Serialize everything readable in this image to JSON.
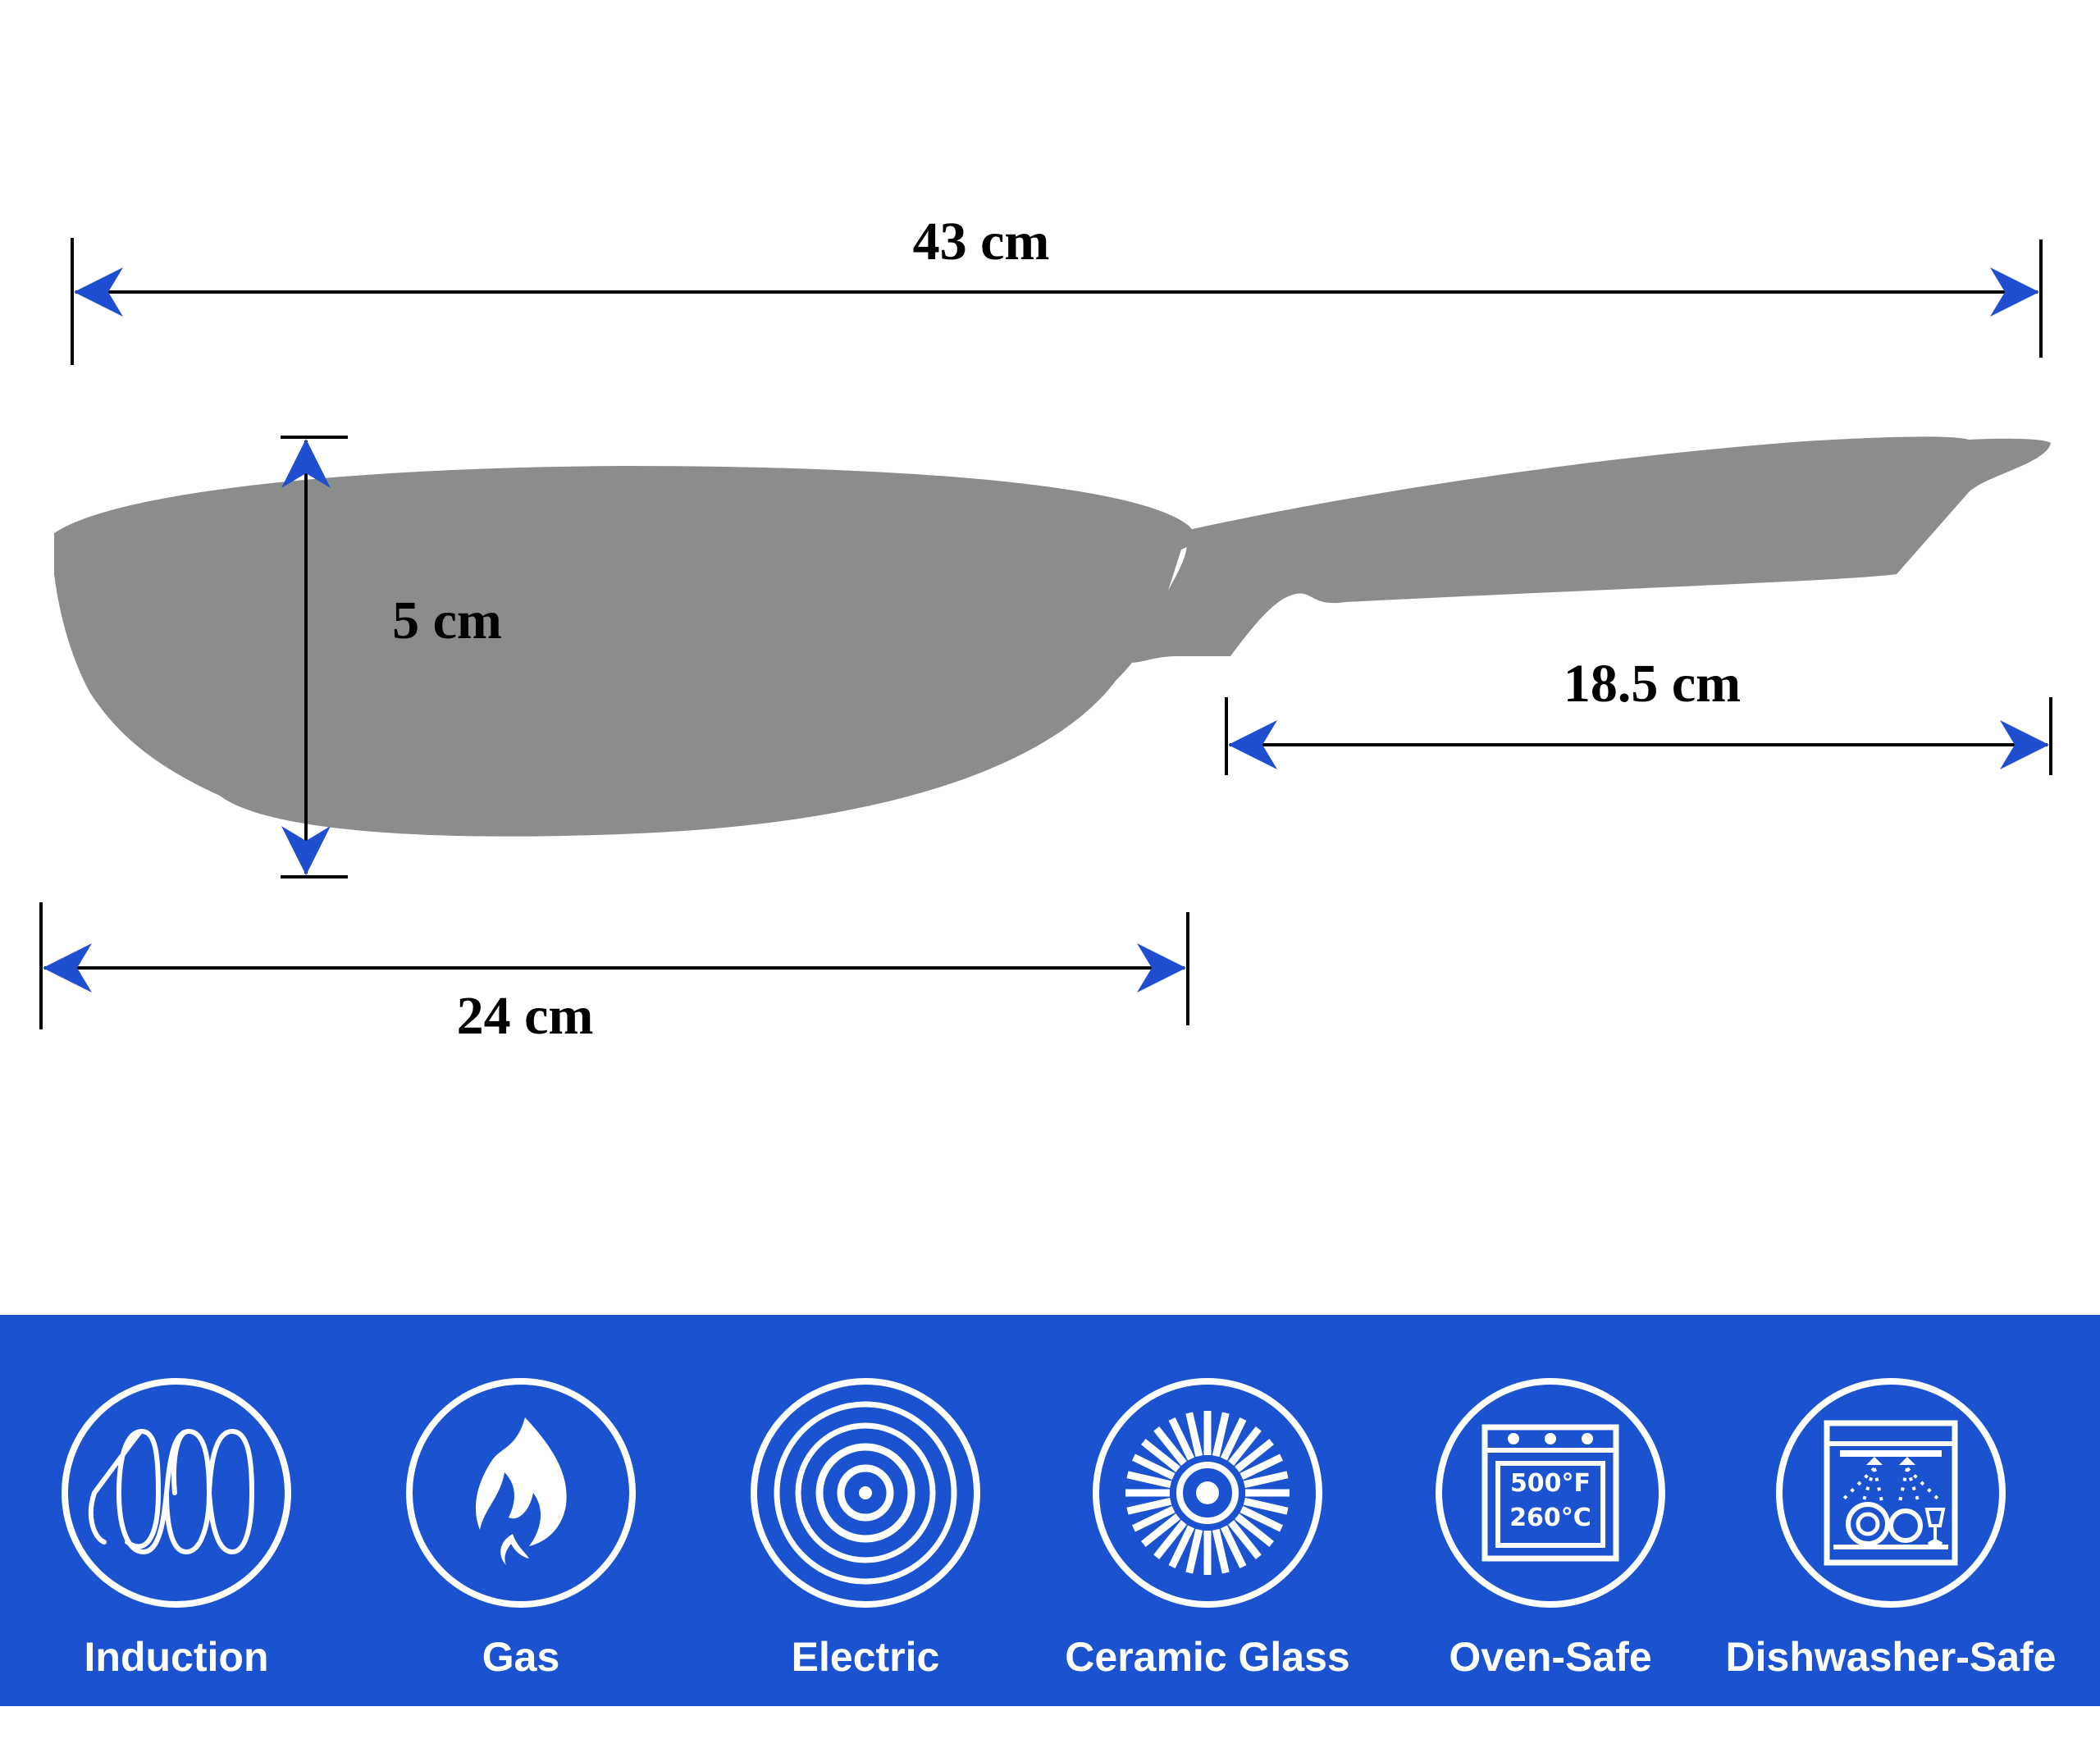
{
  "dimensions": {
    "total_length": "43 cm",
    "height": "5 cm",
    "handle_length": "18.5 cm",
    "diameter": "24 cm"
  },
  "colors": {
    "pan": "#8c8c8c",
    "arrow": "#1f4fd0",
    "banner": "#1b52cf",
    "line": "#000000",
    "icon": "#ffffff"
  },
  "icons": [
    {
      "label": "Induction",
      "icon": "induction-coil-icon"
    },
    {
      "label": "Gas",
      "icon": "gas-flame-icon"
    },
    {
      "label": "Electric",
      "icon": "electric-rings-icon"
    },
    {
      "label": "Ceramic Glass",
      "icon": "ceramic-burst-icon"
    },
    {
      "label": "Oven-Safe",
      "icon": "oven-icon"
    },
    {
      "label": "Dishwasher-Safe",
      "icon": "dishwasher-icon"
    }
  ],
  "oven": {
    "temp_f": "500°F",
    "temp_c": "260°C"
  }
}
